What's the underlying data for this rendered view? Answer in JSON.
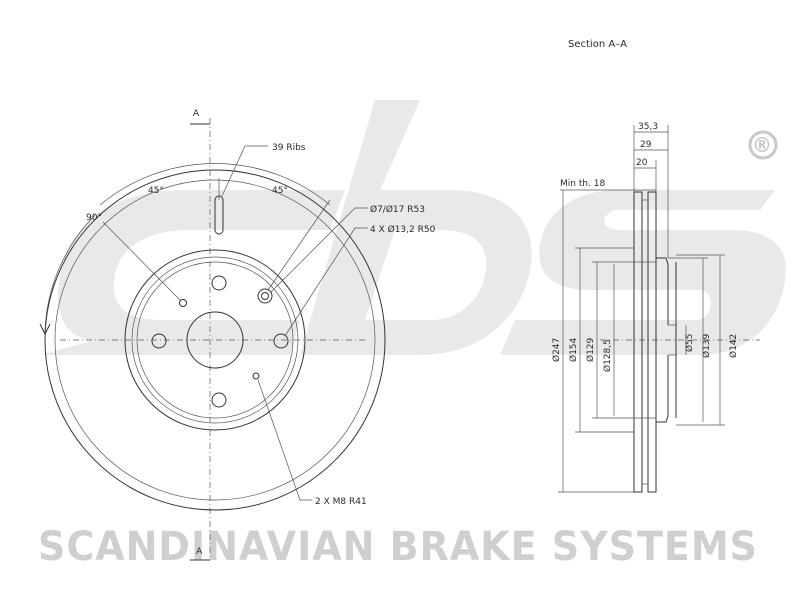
{
  "title": "Section A–A",
  "brand": {
    "name": "SCANDINAVIAN BRAKE SYSTEMS",
    "logo": "sbs",
    "registered_mark": "®",
    "watermark_color": "#d0d0d0"
  },
  "front_view": {
    "section_marker_top": "A",
    "section_marker_bottom": "A",
    "angle_left": "90°",
    "angle_top_left": "45°",
    "angle_top_right": "45°",
    "ribs": "39 Ribs",
    "hole_spec_1": "Ø7/Ø17   R53",
    "hole_spec_2": "4 X Ø13,2   R50",
    "screw_spec": "2 X M8    R41"
  },
  "section_view": {
    "total_width": "35,3",
    "width_29": "29",
    "width_20": "20",
    "min_thickness": "Min th. 18",
    "d247": "Ø247",
    "d154": "Ø154",
    "d129": "Ø129",
    "d128_5": "Ø128,5",
    "d55": "Ø55",
    "d139": "Ø139",
    "d142": "Ø142"
  }
}
